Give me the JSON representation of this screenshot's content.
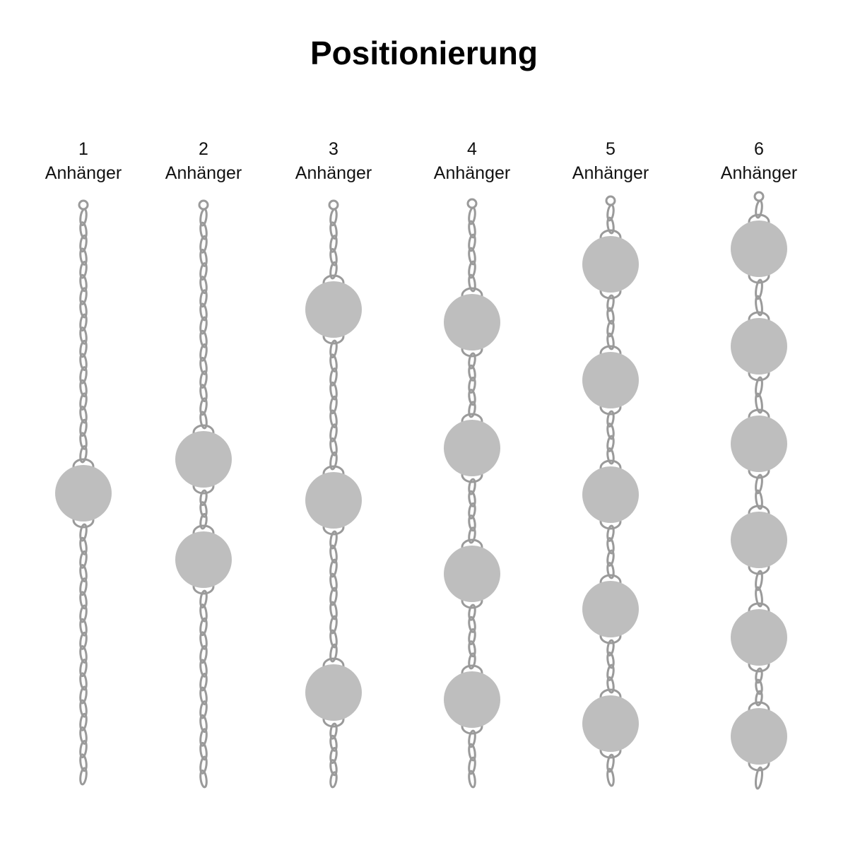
{
  "title": "Positionierung",
  "colors": {
    "chain": "#9a9a9a",
    "pendant": "#bebebe",
    "text": "#111111"
  },
  "columns": [
    {
      "count_label": "1",
      "unit_label": "Anhänger",
      "pendant_count": 1
    },
    {
      "count_label": "2",
      "unit_label": "Anhänger",
      "pendant_count": 2
    },
    {
      "count_label": "3",
      "unit_label": "Anhänger",
      "pendant_count": 3
    },
    {
      "count_label": "4",
      "unit_label": "Anhänger",
      "pendant_count": 4
    },
    {
      "count_label": "5",
      "unit_label": "Anhänger",
      "pendant_count": 5
    },
    {
      "count_label": "6",
      "unit_label": "Anhänger",
      "pendant_count": 6
    }
  ]
}
